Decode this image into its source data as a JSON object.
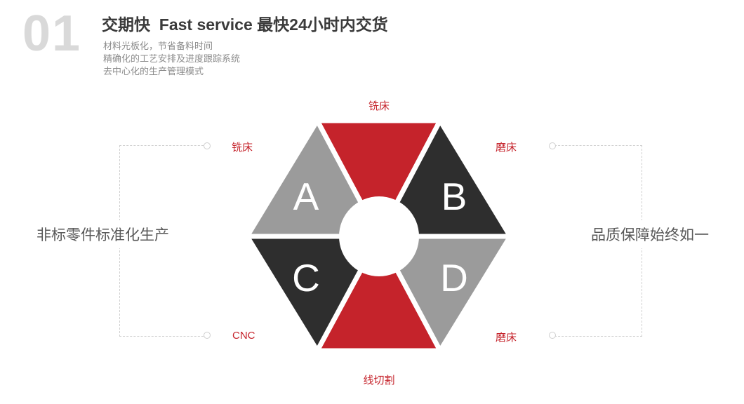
{
  "header": {
    "number": "01",
    "title": "交期快  Fast service 最快24小时内交货",
    "points": [
      "材料光板化，节省备料时间",
      "精确化的工艺安排及进度跟踪系统",
      "去中心化的生产管理模式"
    ]
  },
  "diagram": {
    "labels": {
      "top": "铣床",
      "upper_left": "铣床",
      "upper_right": "磨床",
      "lower_left": "CNC",
      "lower_right": "磨床",
      "bottom": "线切割"
    },
    "letters": {
      "a": "A",
      "b": "B",
      "c": "C",
      "d": "D"
    }
  },
  "side_notes": {
    "left": "非标零件标准化生产",
    "right": "品质保障始终如一"
  },
  "colors": {
    "red": "#c5232b",
    "gray": "#9b9b9b",
    "dark": "#2e2e2e",
    "label_red": "#c5232b",
    "number_gray": "#d9d9d9"
  }
}
